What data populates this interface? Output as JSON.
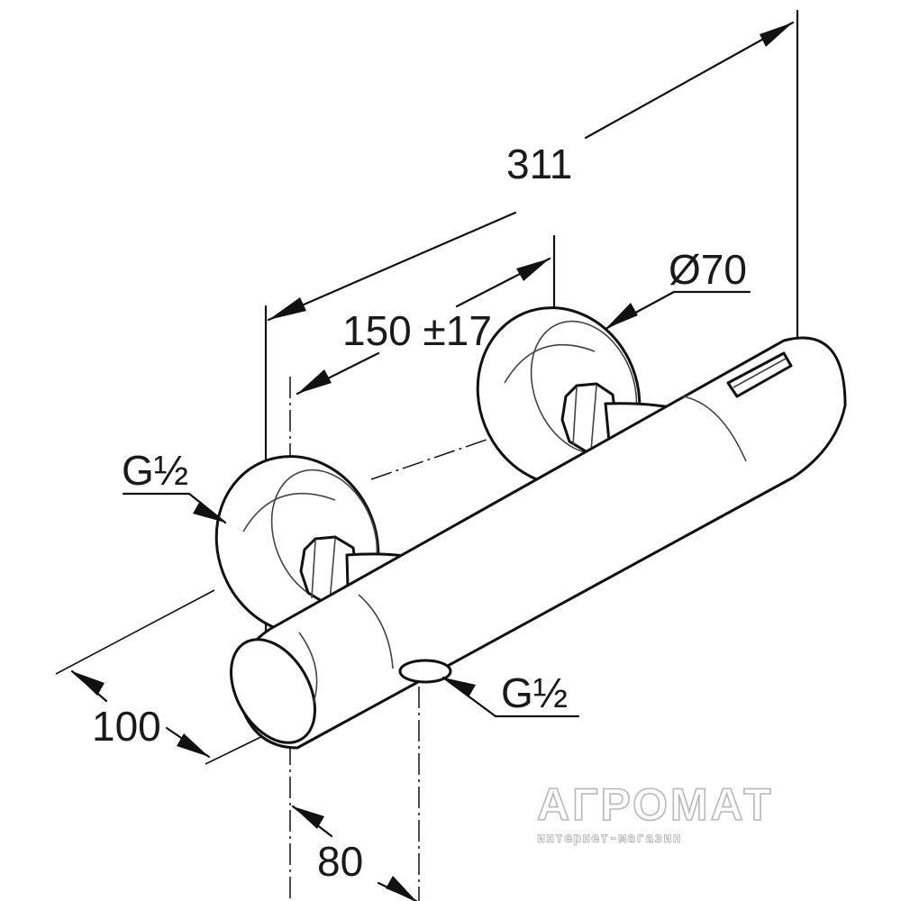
{
  "dimensions": {
    "overall_length": "311",
    "connection_spacing": "150 ±17",
    "rosette_diameter": "Ø70",
    "depth": "100",
    "outlet_offset": "80",
    "wall_connection_thread": "G½",
    "outlet_thread": "G½"
  },
  "watermark": {
    "brand": "АГРОМАТ",
    "tagline": "интернет-магазин"
  }
}
